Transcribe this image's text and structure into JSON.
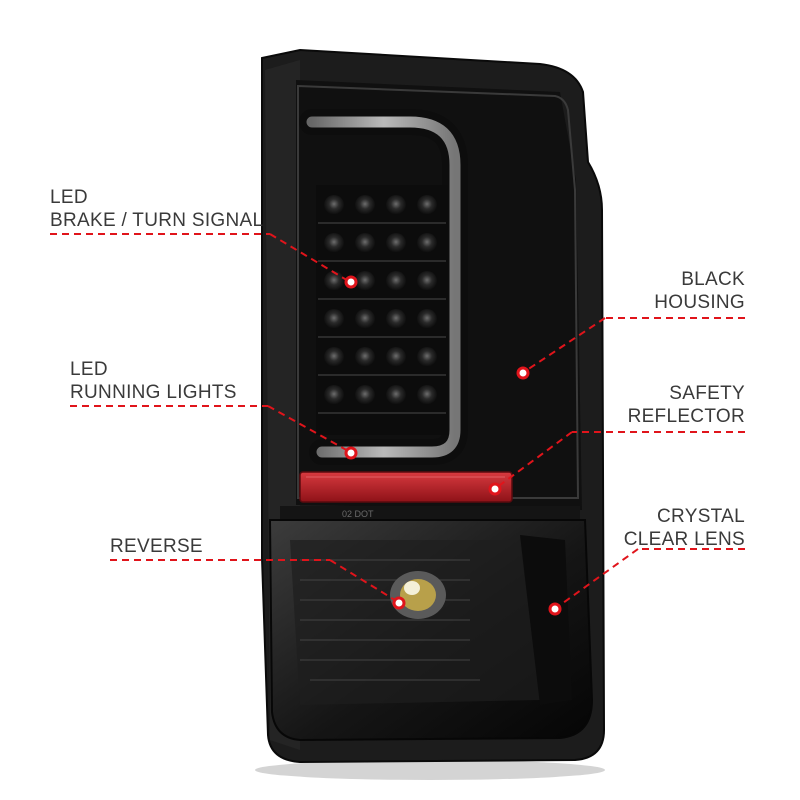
{
  "accent_color": "#e0141b",
  "labels": {
    "led_brake": {
      "line1": "LED",
      "line2": "BRAKE / TURN SIGNAL"
    },
    "led_running": {
      "line1": "LED",
      "line2": "RUNNING LIGHTS"
    },
    "reverse": {
      "line1": "REVERSE"
    },
    "black_housing": {
      "line1": "BLACK",
      "line2": "HOUSING"
    },
    "safety_reflector": {
      "line1": "SAFETY",
      "line2": "REFLECTOR"
    },
    "crystal_lens": {
      "line1": "CRYSTAL",
      "line2": "CLEAR LENS"
    }
  },
  "lens_marking": "02 DOT"
}
